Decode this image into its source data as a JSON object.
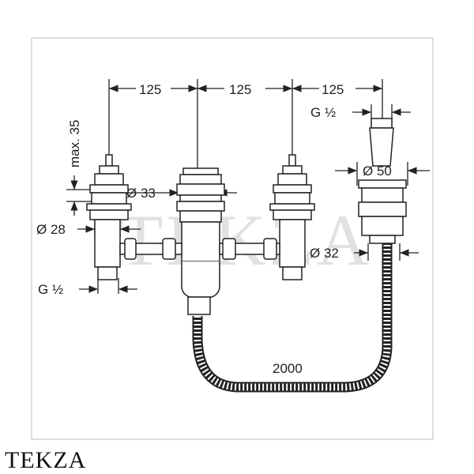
{
  "dimensions": {
    "spacing_1": "125",
    "spacing_2": "125",
    "spacing_3": "125",
    "max_height": "max. 35",
    "thread_top_right": "G ½",
    "thread_bottom_left": "G ½",
    "dia_33": "Ø 33",
    "dia_28": "Ø 28",
    "dia_50": "Ø 50",
    "dia_32": "Ø 32",
    "hose_length": "2000"
  },
  "watermark": "TEKZA",
  "brand": "TEKZA"
}
